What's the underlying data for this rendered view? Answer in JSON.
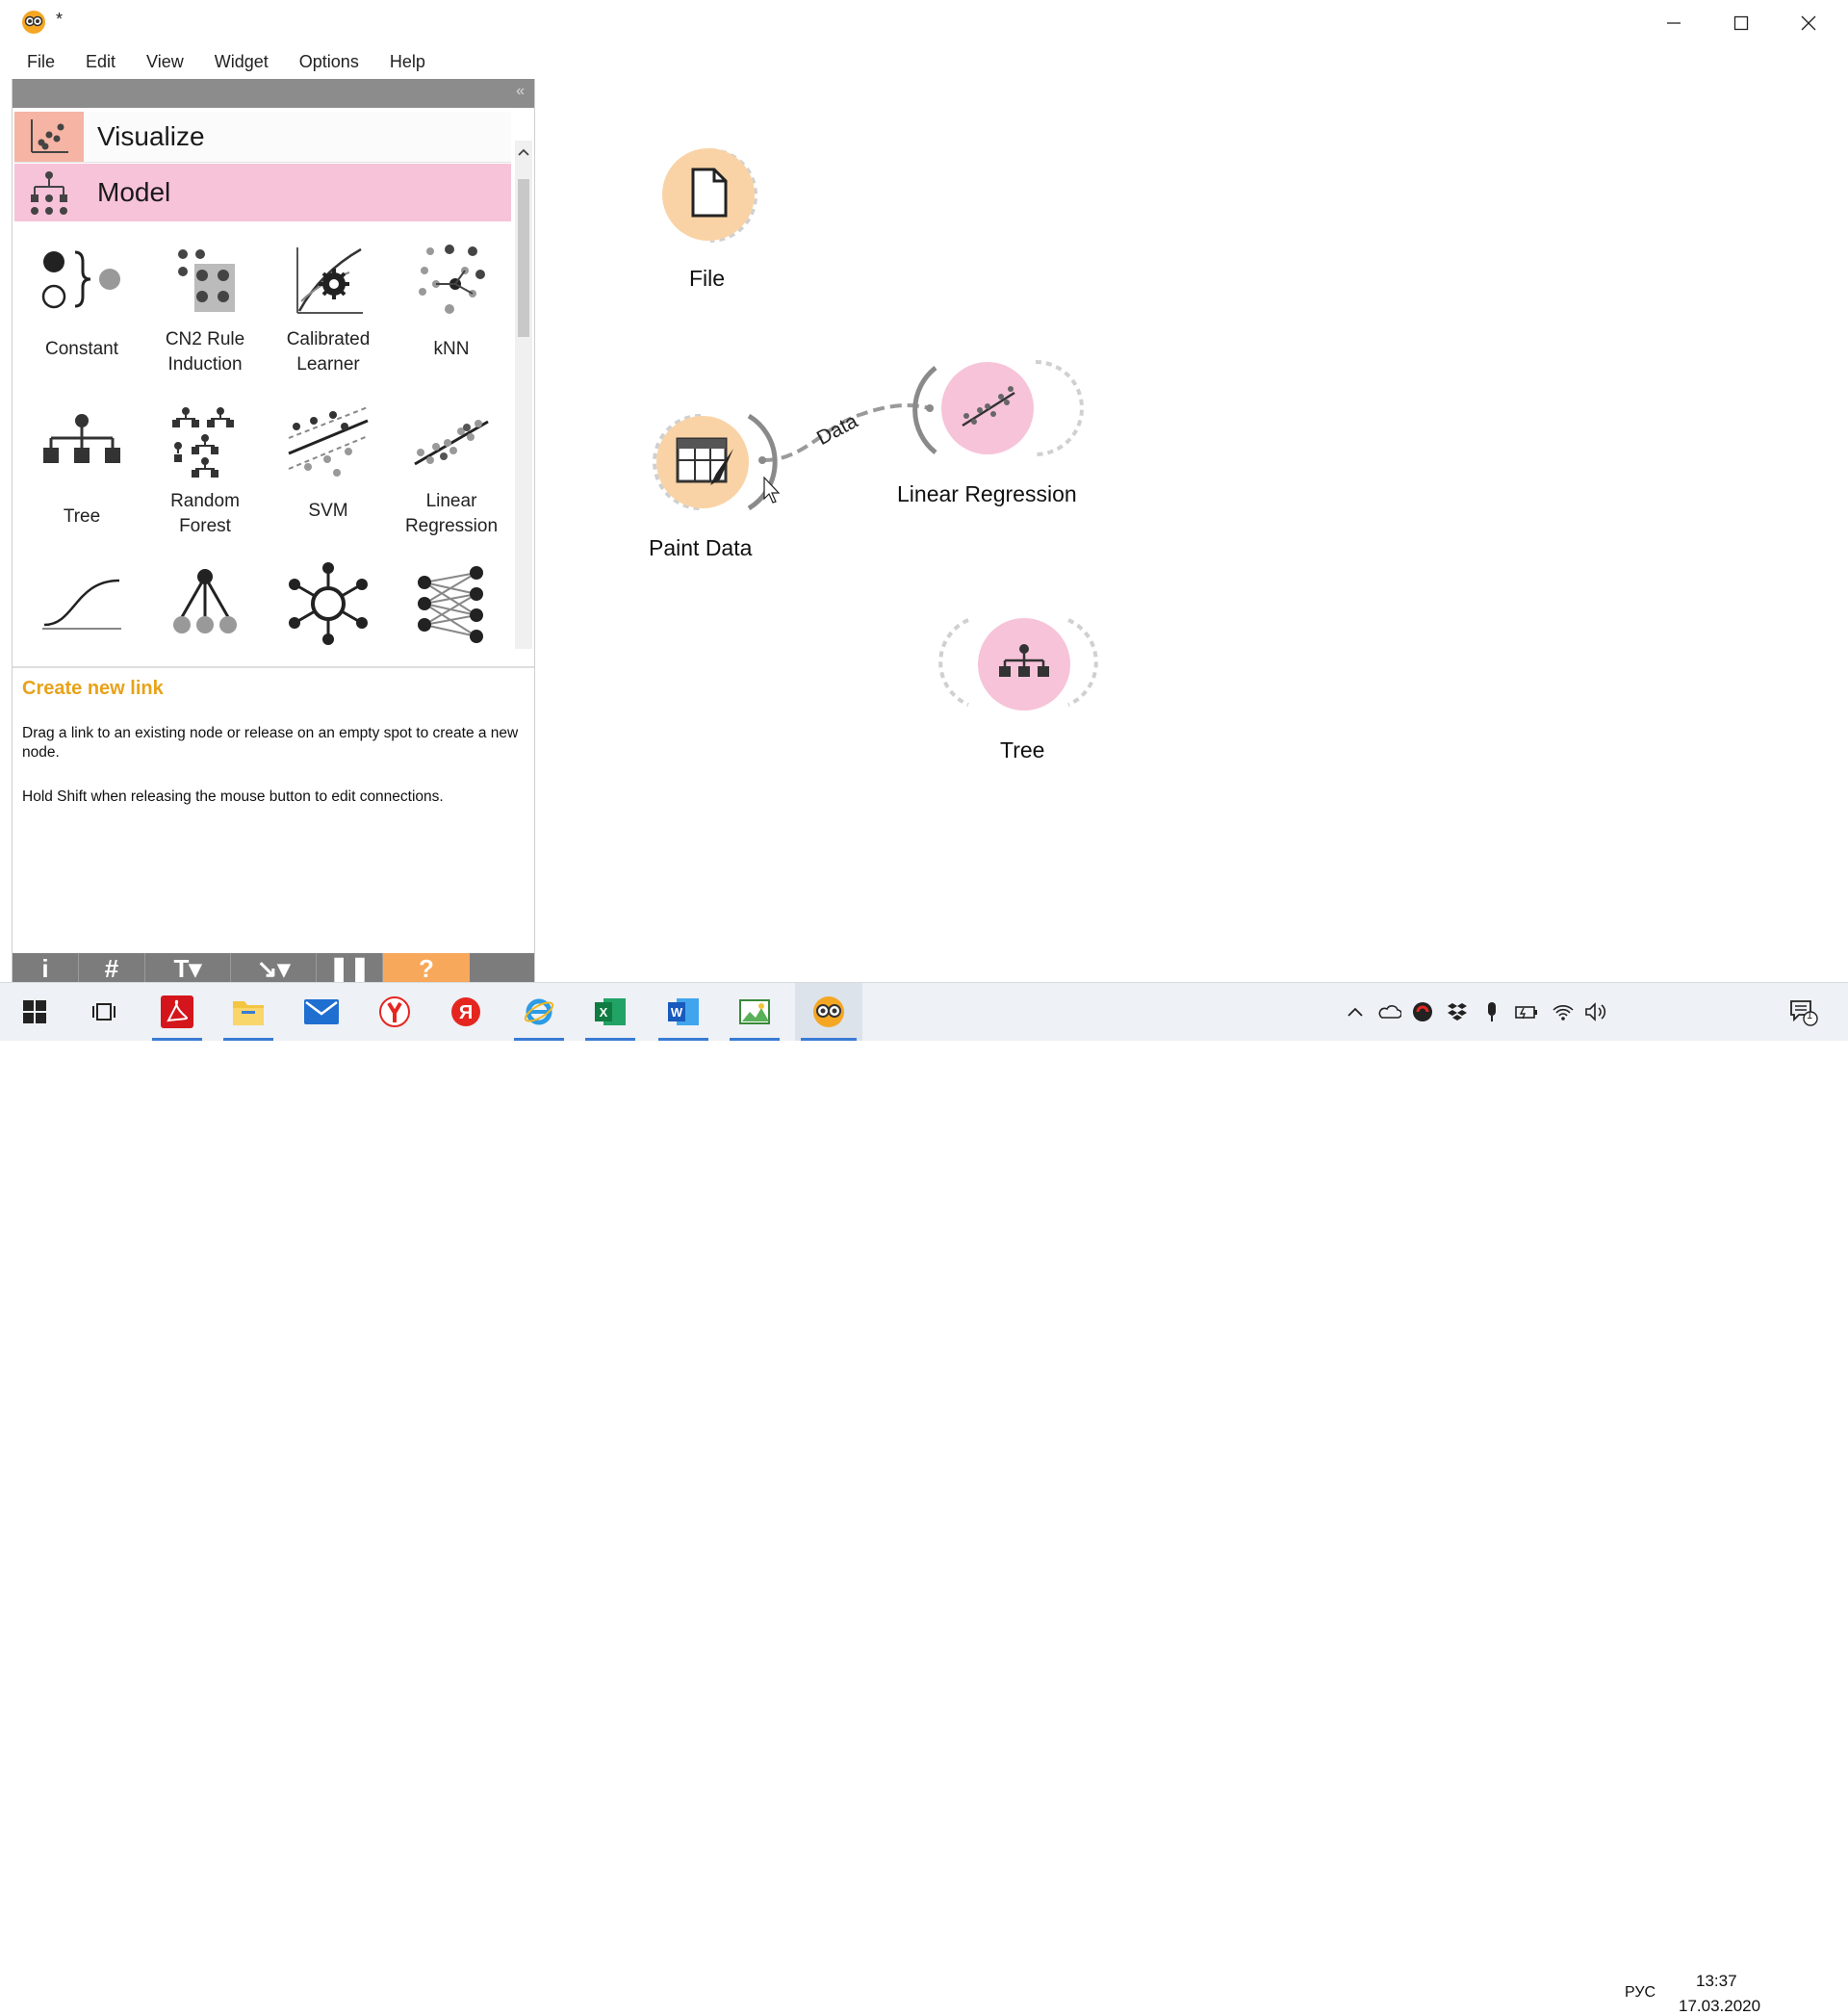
{
  "window": {
    "title": "*"
  },
  "menu": [
    "File",
    "Edit",
    "View",
    "Widget",
    "Options",
    "Help"
  ],
  "toolbox": {
    "categories": [
      {
        "label": "Visualize",
        "color": "#f5b4a4"
      },
      {
        "label": "Model",
        "color": "#f7c3d9"
      }
    ],
    "widgets": [
      {
        "label": "Constant",
        "icon": "constant-icon"
      },
      {
        "label": "CN2 Rule\nInduction",
        "icon": "cn2-rule-induction-icon"
      },
      {
        "label": "Calibrated\nLearner",
        "icon": "calibrated-learner-icon"
      },
      {
        "label": "kNN",
        "icon": "knn-icon"
      },
      {
        "label": "Tree",
        "icon": "tree-icon"
      },
      {
        "label": "Random\nForest",
        "icon": "random-forest-icon"
      },
      {
        "label": "SVM",
        "icon": "svm-icon"
      },
      {
        "label": "Linear\nRegression",
        "icon": "linear-regression-icon"
      }
    ]
  },
  "help": {
    "title": "Create new link",
    "line1": "Drag a link to an existing node or release on an empty spot to create a new node.",
    "line2": "Hold Shift when releasing the mouse button to edit connections."
  },
  "canvas": {
    "nodes": [
      {
        "label": "File",
        "color": "#f9d3a6"
      },
      {
        "label": "Paint Data",
        "color": "#f9d3a6"
      },
      {
        "label": "Linear Regression",
        "color": "#f7c3d9"
      },
      {
        "label": "Tree",
        "color": "#f7c3d9"
      }
    ],
    "link_label": "Data"
  },
  "taskbar": {
    "language": "РУС",
    "time": "13:37",
    "date": "17.03.2020",
    "notifications": "1"
  }
}
